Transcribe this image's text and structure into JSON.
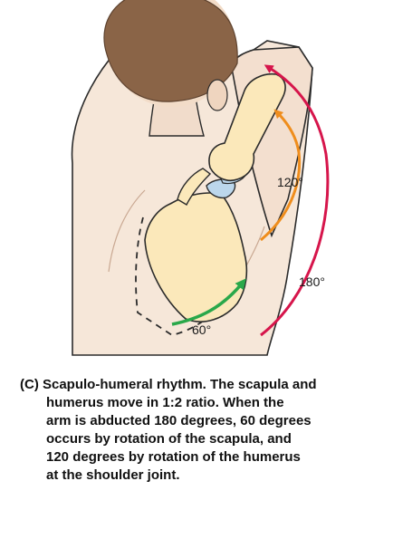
{
  "figure": {
    "angles": {
      "scapula": "60°",
      "humerus": "120°",
      "total": "180°"
    },
    "colors": {
      "skin": "#f6e7d9",
      "hair": "#8a6447",
      "bone": "#fbe8ba",
      "cartilage": "#bcd7ec",
      "arrow_scapula": "#2aa84a",
      "arrow_humerus": "#ef8d1c",
      "arrow_total": "#d6154b",
      "outline": "#2b2b2b"
    }
  },
  "caption": {
    "lines": [
      "(C) Scapulo-humeral rhythm.  The scapula and",
      "humerus move in 1:2 ratio.  When the",
      "arm is abducted 180 degrees, 60 degrees",
      "occurs by rotation of the scapula, and",
      "120 degrees by rotation of the humerus",
      "at the shoulder joint."
    ]
  }
}
